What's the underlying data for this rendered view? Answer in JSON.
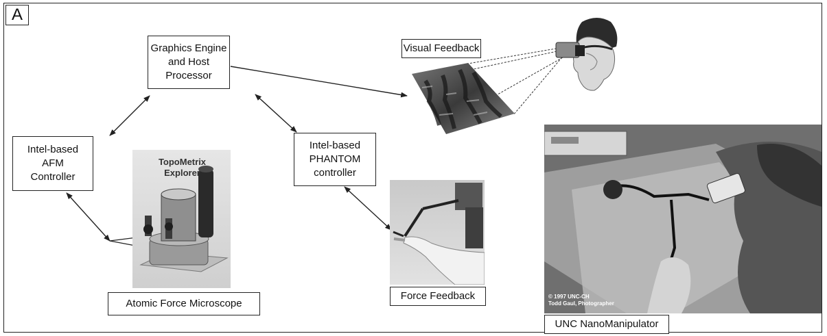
{
  "panel_label": "A",
  "nodes": {
    "graphics_engine": "Graphics Engine\nand Host\nProcessor",
    "afm_controller": "Intel-based\nAFM\nController",
    "phantom_controller": "Intel-based\nPHANTOM\ncontroller",
    "visual_feedback": "Visual Feedback",
    "afm": "Atomic Force Microscope",
    "force_feedback": "Force Feedback",
    "nanomanipulator": "UNC NanoManipulator"
  },
  "photos": {
    "afm_brand_line1": "TopoMetrix",
    "afm_brand_line2": "Explorer",
    "credit_line1": "© 1997 UNC-CH",
    "credit_line2": "Todd Gaul, Photographer"
  }
}
